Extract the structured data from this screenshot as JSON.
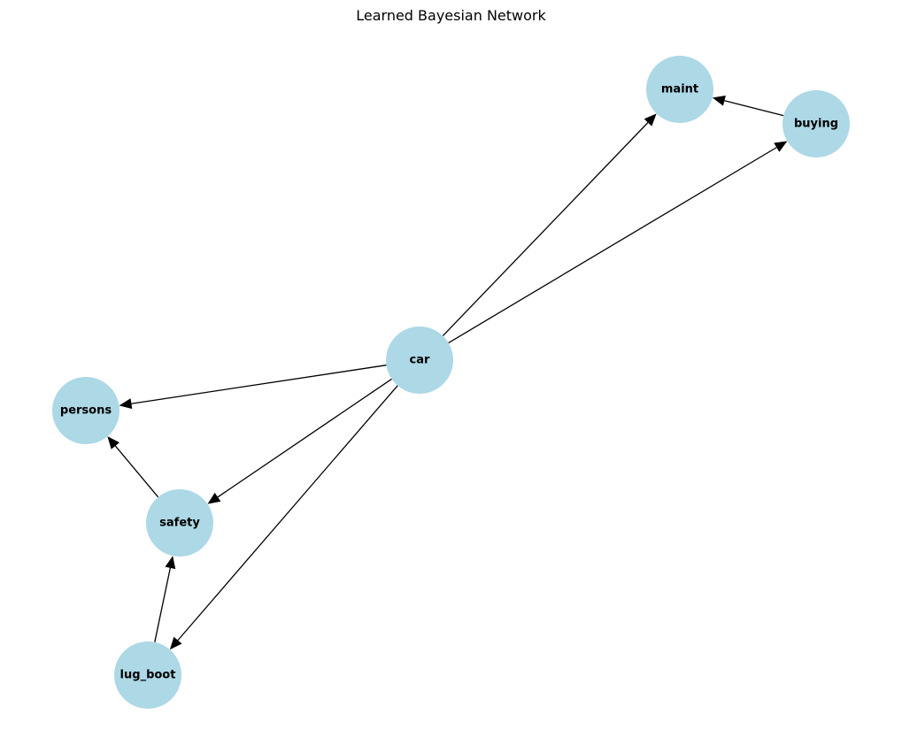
{
  "title": "Learned Bayesian Network",
  "colors": {
    "node_fill": "#add8e6",
    "edge": "#000000",
    "label": "#000000"
  },
  "nodes": [
    {
      "id": "car",
      "label": "car"
    },
    {
      "id": "maint",
      "label": "maint"
    },
    {
      "id": "buying",
      "label": "buying"
    },
    {
      "id": "persons",
      "label": "persons"
    },
    {
      "id": "safety",
      "label": "safety"
    },
    {
      "id": "lug_boot",
      "label": "lug_boot"
    }
  ],
  "edges": [
    {
      "from": "car",
      "to": "maint"
    },
    {
      "from": "car",
      "to": "buying"
    },
    {
      "from": "buying",
      "to": "maint"
    },
    {
      "from": "car",
      "to": "persons"
    },
    {
      "from": "car",
      "to": "safety"
    },
    {
      "from": "car",
      "to": "lug_boot"
    },
    {
      "from": "safety",
      "to": "persons"
    },
    {
      "from": "lug_boot",
      "to": "safety"
    }
  ]
}
